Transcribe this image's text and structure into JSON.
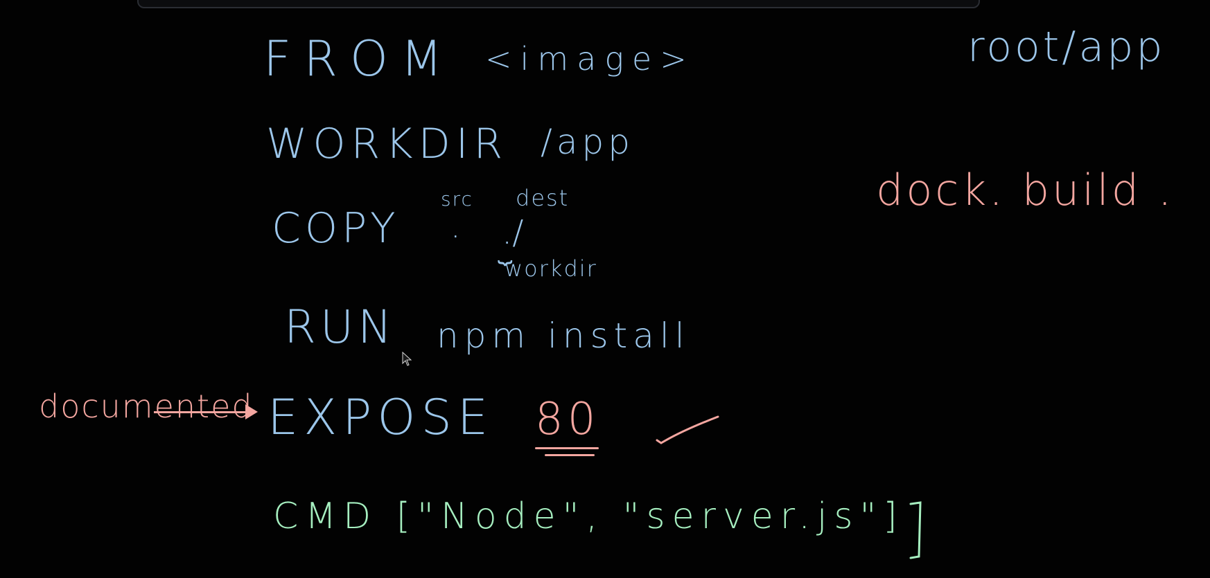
{
  "title": "",
  "dockerfile": {
    "from": "FROM",
    "image": "<image>",
    "workdir": "WORKDIR",
    "workdir_path": "/app",
    "copy": "COPY",
    "copy_src_label": "src",
    "copy_dest_label": "dest",
    "copy_src": "·",
    "copy_dest": "./",
    "workdir_note": "workdir",
    "run": "RUN",
    "run_cmd": "npm install",
    "expose": "EXPOSE",
    "port": "80",
    "cmd": "CMD [\"Node\", \"server.js\"]"
  },
  "notes": {
    "documented": "documented",
    "root_app": "root/app",
    "docker_build": "dock. build ."
  },
  "colors": {
    "background": "#020202",
    "blue_ink": "#9cc6ea",
    "pink_ink": "#f4a6a0",
    "green_ink": "#a6efc0"
  },
  "icons": {
    "arrow": "right-arrow-icon",
    "check": "checkmark-icon",
    "cursor": "mouse-cursor-icon"
  }
}
